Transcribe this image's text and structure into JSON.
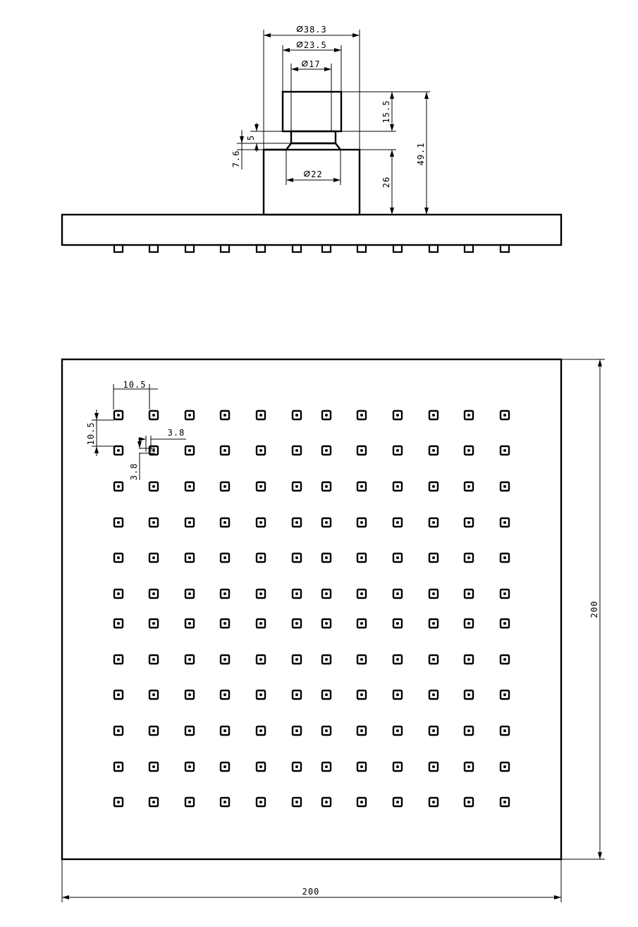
{
  "side_view": {
    "dim_outer_diameter": "38.3",
    "dim_thread_diameter": "23.5",
    "dim_inner_diameter": "17",
    "dim_base_diameter": "22",
    "dim_thread_height": "15.5",
    "dim_total_height": "49.1",
    "dim_body_height": "26",
    "dim_neck_height": "5",
    "dim_taper_height": "7.6",
    "diameter_symbol": "∅"
  },
  "plan_view": {
    "dim_nozzle_pitch": "10.5",
    "dim_row_pitch": "10.5",
    "dim_nozzle_size_h": "3.8",
    "dim_nozzle_size_v": "3.8",
    "dim_width": "200",
    "dim_height": "200",
    "nozzle_columns": 12,
    "nozzle_rows": 12
  },
  "colors": {
    "line": "#000000",
    "background": "#ffffff"
  }
}
